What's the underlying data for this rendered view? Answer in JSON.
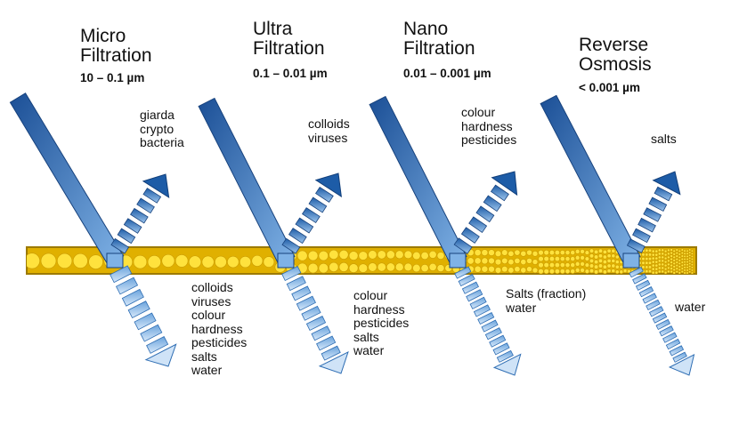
{
  "columns": [
    {
      "title_lines": [
        "Micro",
        "Filtration"
      ],
      "range": "10 – 0.1 µm",
      "retained": [
        "giarda",
        "crypto",
        "bacteria"
      ],
      "passed": [
        "colloids",
        "viruses",
        "colour",
        "hardness",
        "pesticides",
        "salts",
        "water"
      ]
    },
    {
      "title_lines": [
        "Ultra",
        "Filtration"
      ],
      "range": "0.1 – 0.01 µm",
      "retained": [
        "colloids",
        "viruses"
      ],
      "passed": [
        "colour",
        "hardness",
        "pesticides",
        "salts",
        "water"
      ]
    },
    {
      "title_lines": [
        "Nano",
        "Filtration"
      ],
      "range": "0.01 – 0.001 µm",
      "retained": [
        "colour",
        "hardness",
        "pesticides"
      ],
      "passed": [
        "Salts (fraction)",
        "water"
      ]
    },
    {
      "title_lines": [
        "Reverse",
        "Osmosis"
      ],
      "range": "< 0.001 µm",
      "retained": [
        "salts"
      ],
      "passed": [
        "water"
      ]
    }
  ],
  "colors": {
    "arrow_dark": "#1f5fa8",
    "arrow_light": "#a9cdf0",
    "membrane_fill": "#e6b800",
    "membrane_edge": "#a88300",
    "pores": "#ffe14d"
  }
}
